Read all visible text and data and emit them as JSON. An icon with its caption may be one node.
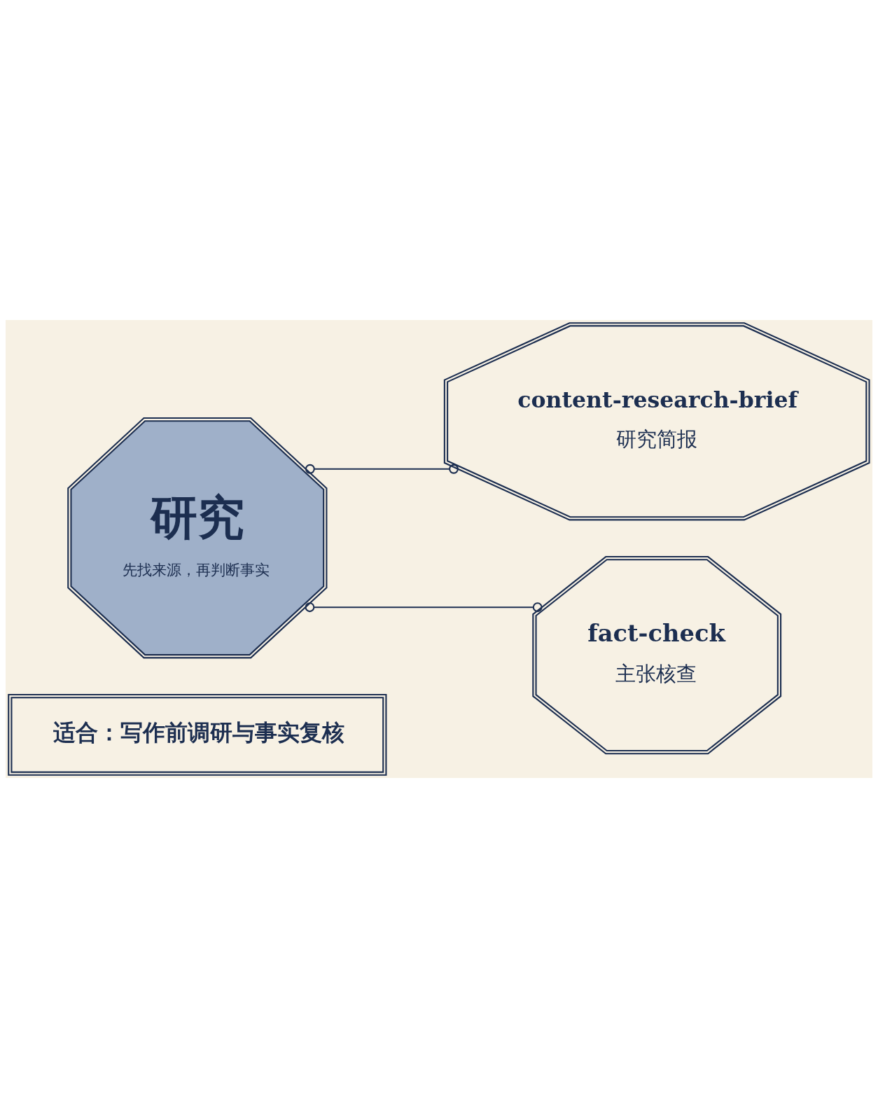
{
  "diagram": {
    "nodes": [
      {
        "text": [
          "研究",
          "先找来源，再判断事实"
        ]
      },
      {
        "text": [
          "content-research-brief",
          "研究简报"
        ]
      },
      {
        "text": [
          "fact-check",
          "主张核查"
        ]
      },
      {
        "text": [
          "适合：写作前调研与事实复核"
        ]
      }
    ],
    "edges": [
      {
        "from": 0,
        "to": 1,
        "arrow": "other"
      },
      {
        "from": 0,
        "to": 2,
        "arrow": "other"
      }
    ]
  }
}
